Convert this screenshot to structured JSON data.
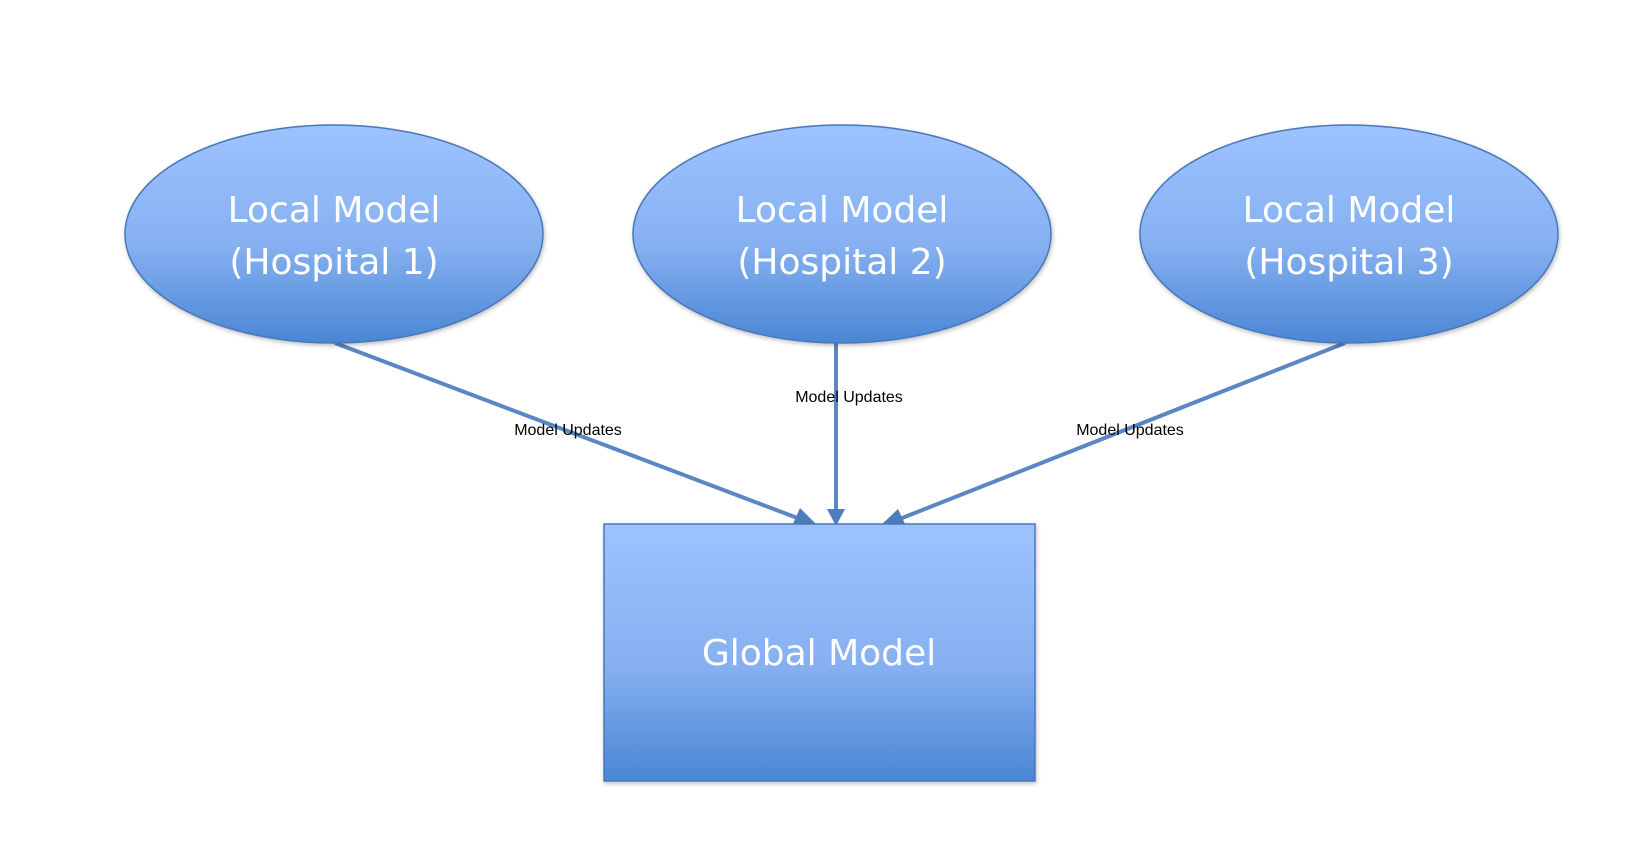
{
  "diagram": {
    "nodes": {
      "hospital_1": {
        "line1": "Local Model",
        "line2": "(Hospital 1)"
      },
      "hospital_2": {
        "line1": "Local Model",
        "line2": "(Hospital 2)"
      },
      "hospital_3": {
        "line1": "Local Model",
        "line2": "(Hospital 3)"
      },
      "global": {
        "label": "Global Model"
      }
    },
    "edges": [
      {
        "from": "hospital_1",
        "to": "global",
        "label": "Model Updates"
      },
      {
        "from": "hospital_2",
        "to": "global",
        "label": "Model Updates"
      },
      {
        "from": "hospital_3",
        "to": "global",
        "label": "Model Updates"
      }
    ],
    "colors": {
      "shape_fill_top": "#9dc3ff",
      "shape_fill_bottom": "#4a86d4",
      "shape_outline": "#4a78b8",
      "connector": "#5a86c4",
      "text_on_shape": "#ffffff",
      "edge_label_text": "#000000",
      "background": "#ffffff"
    }
  }
}
